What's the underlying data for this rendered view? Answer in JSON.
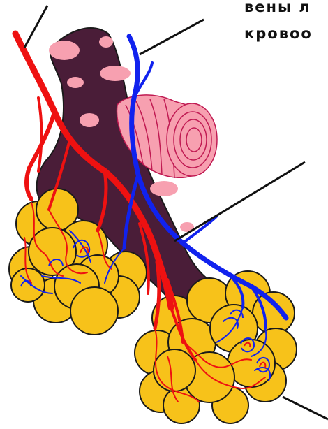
{
  "labels": {
    "veins_fragment": "вены л",
    "blood_fragment": "кровоо"
  },
  "colors": {
    "artery": "#ee1111",
    "vein": "#1122ee",
    "bronchiole": "#4a1d38",
    "cartilage": "#f7a0b0",
    "cartilage_line": "#c01a52",
    "alveolus": "#f7c21a",
    "outline": "#1a1a1a",
    "leader": "#111111"
  },
  "icons": [
    "leader-line"
  ]
}
